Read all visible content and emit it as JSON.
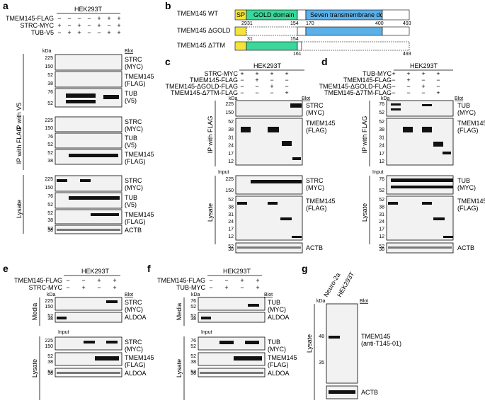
{
  "cell_line": "HEK293T",
  "kda": "kDa",
  "blot": "Blot",
  "input": "Input",
  "panel_a": {
    "label": "a",
    "rows": [
      "TMEM145-FLAG",
      "STRC-MYC",
      "TUB-V5"
    ],
    "signs": [
      [
        "−",
        "−",
        "−",
        "−",
        "+",
        "+",
        "+"
      ],
      [
        "+",
        "−",
        "+",
        "−",
        "+",
        "−",
        "+"
      ],
      [
        "−",
        "+",
        "+",
        "−",
        "−",
        "+",
        "+"
      ]
    ],
    "section_ipv5": "IP with V5",
    "section_ipflag": "IP with FLAG",
    "section_lysate": "Lysate",
    "blots": [
      {
        "label1": "STRC",
        "label2": "(MYC)",
        "mw": [
          "225",
          "150"
        ]
      },
      {
        "label1": "TMEM145",
        "label2": "(FLAG)",
        "mw": [
          "52",
          "38"
        ]
      },
      {
        "label1": "TUB",
        "label2": "(V5)",
        "mw": [
          "76",
          "52"
        ]
      },
      {
        "label1": "STRC",
        "label2": "(MYC)",
        "mw": [
          "225",
          "150"
        ]
      },
      {
        "label1": "TUB",
        "label2": "(V5)",
        "mw": [
          "76",
          "52"
        ]
      },
      {
        "label1": "TMEM145",
        "label2": "(FLAG)",
        "mw": [
          "52",
          "38"
        ]
      },
      {
        "label1": "STRC",
        "label2": "(MYC)",
        "mw": [
          "225",
          "150"
        ]
      },
      {
        "label1": "TUB",
        "label2": "(V5)",
        "mw": [
          "76",
          "52"
        ]
      },
      {
        "label1": "TMEM145",
        "label2": "(FLAG)",
        "mw": [
          "52",
          "38"
        ]
      },
      {
        "label1": "ACTB",
        "label2": "",
        "mw": [
          "52",
          "38"
        ]
      }
    ]
  },
  "panel_b": {
    "label": "b",
    "wt": "TMEM145 WT",
    "dgold": "TMEM145 ΔGOLD",
    "d7tm": "TMEM145 Δ7TM",
    "sp": "SP",
    "gold": "GOLD domain",
    "tm": "Seven transmembrane domain",
    "n29": "29",
    "n31": "31",
    "n154": "154",
    "n170": "170",
    "n400": "400",
    "n493": "493",
    "n161": "161",
    "colors": {
      "sp": "#f5e33a",
      "gold": "#3cd79b",
      "tm": "#5cb0e8"
    }
  },
  "panel_c": {
    "label": "c",
    "rows": [
      "STRC-MYC",
      "TMEM145-FLAG",
      "TMEM145-ΔGOLD-FLAG",
      "TMEM145-Δ7TM-FLAG"
    ],
    "signs": [
      [
        "+",
        "+",
        "+",
        "+"
      ],
      [
        "−",
        "+",
        "−",
        "−"
      ],
      [
        "−",
        "−",
        "+",
        "−"
      ],
      [
        "−",
        "−",
        "−",
        "+"
      ]
    ],
    "section_ip": "IP with FLAG",
    "section_lysate": "Lysate",
    "blots": [
      {
        "label1": "STRC",
        "label2": "(MYC)",
        "mw": [
          "225",
          "150"
        ]
      },
      {
        "label1": "TMEM145",
        "label2": "(FLAG)",
        "mw": [
          "52",
          "38",
          "31",
          "24",
          "17",
          "12"
        ]
      },
      {
        "label1": "STRC",
        "label2": "(MYC)",
        "mw": [
          "225",
          "150"
        ]
      },
      {
        "label1": "TMEM145",
        "label2": "(FLAG)",
        "mw": [
          "52",
          "38",
          "31",
          "24",
          "17",
          "12"
        ]
      },
      {
        "label1": "ACTB",
        "label2": "",
        "mw": [
          "52",
          "38"
        ]
      }
    ]
  },
  "panel_d": {
    "label": "d",
    "rows": [
      "TUB-MYC",
      "TMEM145-FLAG",
      "TMEM145-ΔGOLD-FLAG",
      "TMEM145-Δ7TM-FLAG"
    ],
    "signs": [
      [
        "+",
        "+",
        "+",
        "+"
      ],
      [
        "−",
        "+",
        "−",
        "−"
      ],
      [
        "−",
        "−",
        "+",
        "−"
      ],
      [
        "−",
        "−",
        "−",
        "+"
      ]
    ],
    "section_ip": "IP with FLAG",
    "section_lysate": "Lysate",
    "blots": [
      {
        "label1": "TUB",
        "label2": "(MYC)",
        "mw": [
          "76",
          "52"
        ]
      },
      {
        "label1": "TMEM145",
        "label2": "(FLAG)",
        "mw": [
          "52",
          "38",
          "31",
          "24",
          "17",
          "12"
        ]
      },
      {
        "label1": "TUB",
        "label2": "(MYC)",
        "mw": [
          "76",
          "52"
        ]
      },
      {
        "label1": "TMEM145",
        "label2": "(FLAG)",
        "mw": [
          "52",
          "38",
          "31",
          "24",
          "17",
          "12"
        ]
      },
      {
        "label1": "ACTB",
        "label2": "",
        "mw": [
          "52",
          "38"
        ]
      }
    ]
  },
  "panel_e": {
    "label": "e",
    "rows": [
      "TMEM145-FLAG",
      "STRC-MYC"
    ],
    "signs": [
      [
        "−",
        "−",
        "+",
        "+"
      ],
      [
        "−",
        "+",
        "−",
        "+"
      ]
    ],
    "section_media": "Media",
    "section_lysate": "Lysate",
    "blots": [
      {
        "label1": "STRC",
        "label2": "(MYC)",
        "mw": [
          "225",
          "150"
        ]
      },
      {
        "label1": "ALDOA",
        "label2": "",
        "mw": [
          "52",
          "38"
        ]
      },
      {
        "label1": "STRC",
        "label2": "(MYC)",
        "mw": [
          "225",
          "150"
        ]
      },
      {
        "label1": "TMEM145",
        "label2": "(FLAG)",
        "mw": [
          "52",
          "38"
        ]
      },
      {
        "label1": "ALDOA",
        "label2": "",
        "mw": [
          "52",
          "38"
        ]
      }
    ]
  },
  "panel_f": {
    "label": "f",
    "rows": [
      "TMEM145-FLAG",
      "TUB-MYC"
    ],
    "signs": [
      [
        "−",
        "−",
        "+",
        "+"
      ],
      [
        "−",
        "+",
        "−",
        "+"
      ]
    ],
    "section_media": "Media",
    "section_lysate": "Lysate",
    "blots": [
      {
        "label1": "TUB",
        "label2": "(MYC)",
        "mw": [
          "76",
          "52"
        ]
      },
      {
        "label1": "ALDOA",
        "label2": "",
        "mw": [
          "52",
          "38"
        ]
      },
      {
        "label1": "TUB",
        "label2": "(MYC)",
        "mw": [
          "76",
          "52"
        ]
      },
      {
        "label1": "TMEM145",
        "label2": "(FLAG)",
        "mw": [
          "52",
          "38"
        ]
      },
      {
        "label1": "ALDOA",
        "label2": "",
        "mw": [
          "52",
          "38"
        ]
      }
    ]
  },
  "panel_g": {
    "label": "g",
    "lanes": [
      "Neuro-2a",
      "HEK293T"
    ],
    "section_lysate": "Lysate",
    "blots": [
      {
        "label1": "TMEM145",
        "label2": "(anti-T145-01)",
        "mw": [
          "48",
          "35"
        ]
      },
      {
        "label1": "ACTB",
        "label2": "",
        "mw": []
      }
    ]
  }
}
